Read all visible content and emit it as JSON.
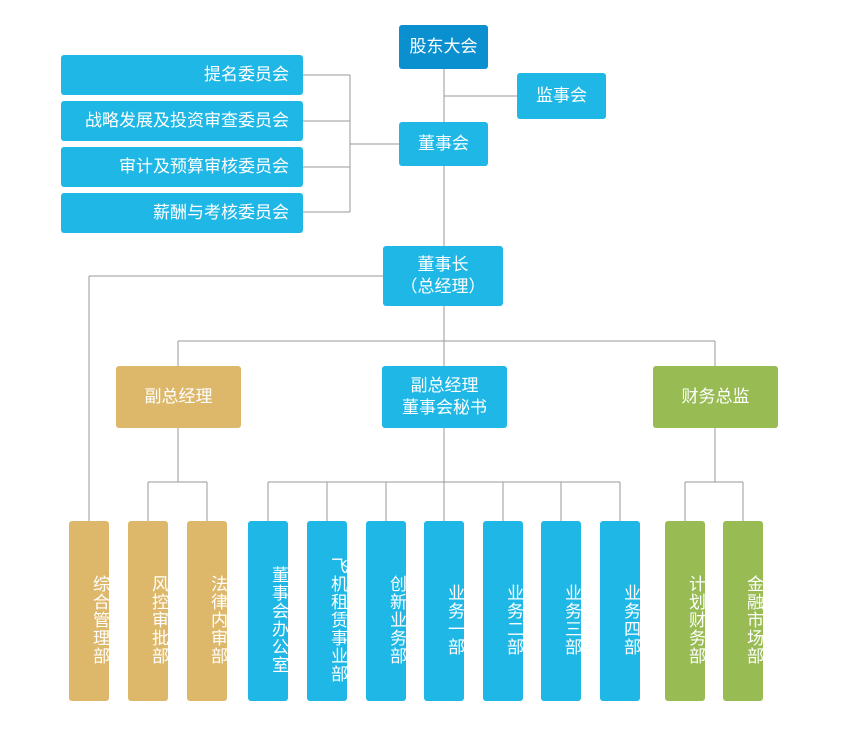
{
  "top": {
    "shareholders": "股东大会",
    "supervisors": "监事会",
    "board": "董事会"
  },
  "committees": [
    "提名委员会",
    "战略发展及投资审查委员会",
    "审计及预算审核委员会",
    "薪酬与考核委员会"
  ],
  "chairman": {
    "line1": "董事长",
    "line2": "（总经理）"
  },
  "executives": {
    "vp": "副总经理",
    "vp_secretary_line1": "副总经理",
    "vp_secretary_line2": "董事会秘书",
    "cfo": "财务总监"
  },
  "departments": [
    "综合管理部",
    "风控审批部",
    "法律内审部",
    "董事会办公室",
    "飞机租赁事业部",
    "创新业务部",
    "业务一部",
    "业务二部",
    "业务三部",
    "业务四部",
    "计划财务部",
    "金融市场部"
  ],
  "colors": {
    "dark_blue": "#0a8fcf",
    "blue": "#1fb8e6",
    "gold": "#ddb86b",
    "green": "#98bc53",
    "line": "#999999"
  }
}
